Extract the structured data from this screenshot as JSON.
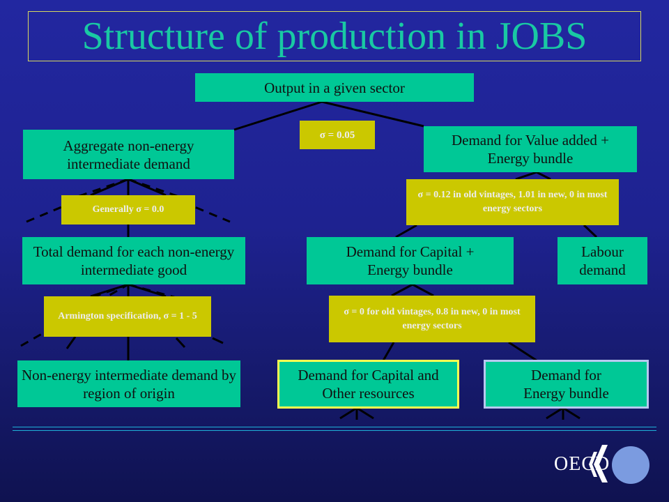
{
  "title": "Structure of production in JOBS",
  "nodes": {
    "output": "Output in a given sector",
    "aggregate_non_energy": "Aggregate non-energy intermediate demand",
    "value_added_energy": "Demand for Value added + Energy bundle",
    "total_non_energy": "Total demand for each non-energy intermediate good",
    "capital_energy": "Demand for Capital + Energy bundle",
    "labour": "Labour demand",
    "non_energy_by_region": "Non-energy intermediate demand by region of origin",
    "capital_other": "Demand for Capital and Other resources",
    "energy_bundle": "Demand for Energy bundle"
  },
  "elasticities": {
    "top": "σ = 0.05",
    "generally": "Generally  σ = 0.0",
    "value_added": "σ = 0.12 in old vintages, 1.01 in new, 0 in most energy sectors",
    "armington": "Armington specification, σ = 1 - 5",
    "capital_energy": "σ = 0 for old vintages, 0.8 in new, 0 in most energy sectors"
  },
  "logo": {
    "text": "OECD",
    "name": "oecd-logo-icon"
  },
  "colors": {
    "node_green": "#00c896",
    "elasticity_yellow": "#cbc800",
    "title": "#19c9a3",
    "background": "#1e2290"
  }
}
